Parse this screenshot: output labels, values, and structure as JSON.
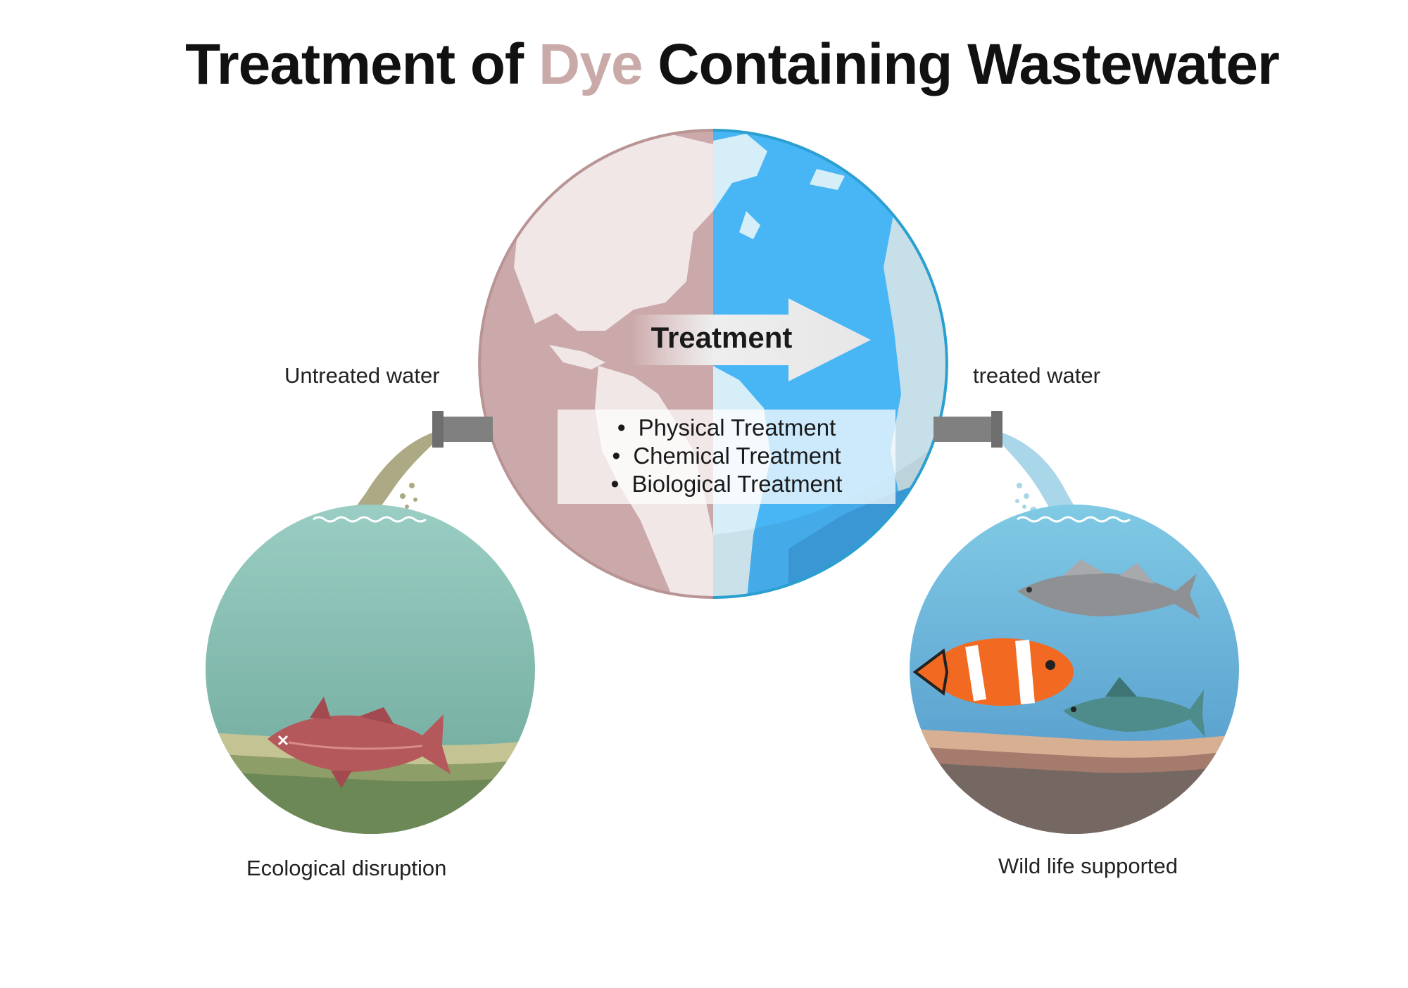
{
  "title": {
    "part1": "Treatment of ",
    "highlight": "Dye",
    "part2": " Containing Wastewater"
  },
  "colors": {
    "dye": "#c9aaa9",
    "earth_polluted": "#cba8a9",
    "earth_clean": "#4ab6f4",
    "pipe": "#777777",
    "polluted_water": "#9ccdc3",
    "clean_water": "#7cc8e4"
  },
  "center": {
    "process_label": "Treatment",
    "methods": [
      "Physical Treatment",
      "Chemical Treatment",
      "Biological Treatment"
    ]
  },
  "left": {
    "input_label": "Untreated water",
    "outcome_label": "Ecological disruption"
  },
  "right": {
    "output_label": "treated water",
    "outcome_label": "Wild life supported"
  },
  "icons": [
    "globe-icon",
    "arrow-icon",
    "pipe-icon",
    "dead-fish-icon",
    "clownfish-icon",
    "sea-bass-icon",
    "fish-icon"
  ]
}
